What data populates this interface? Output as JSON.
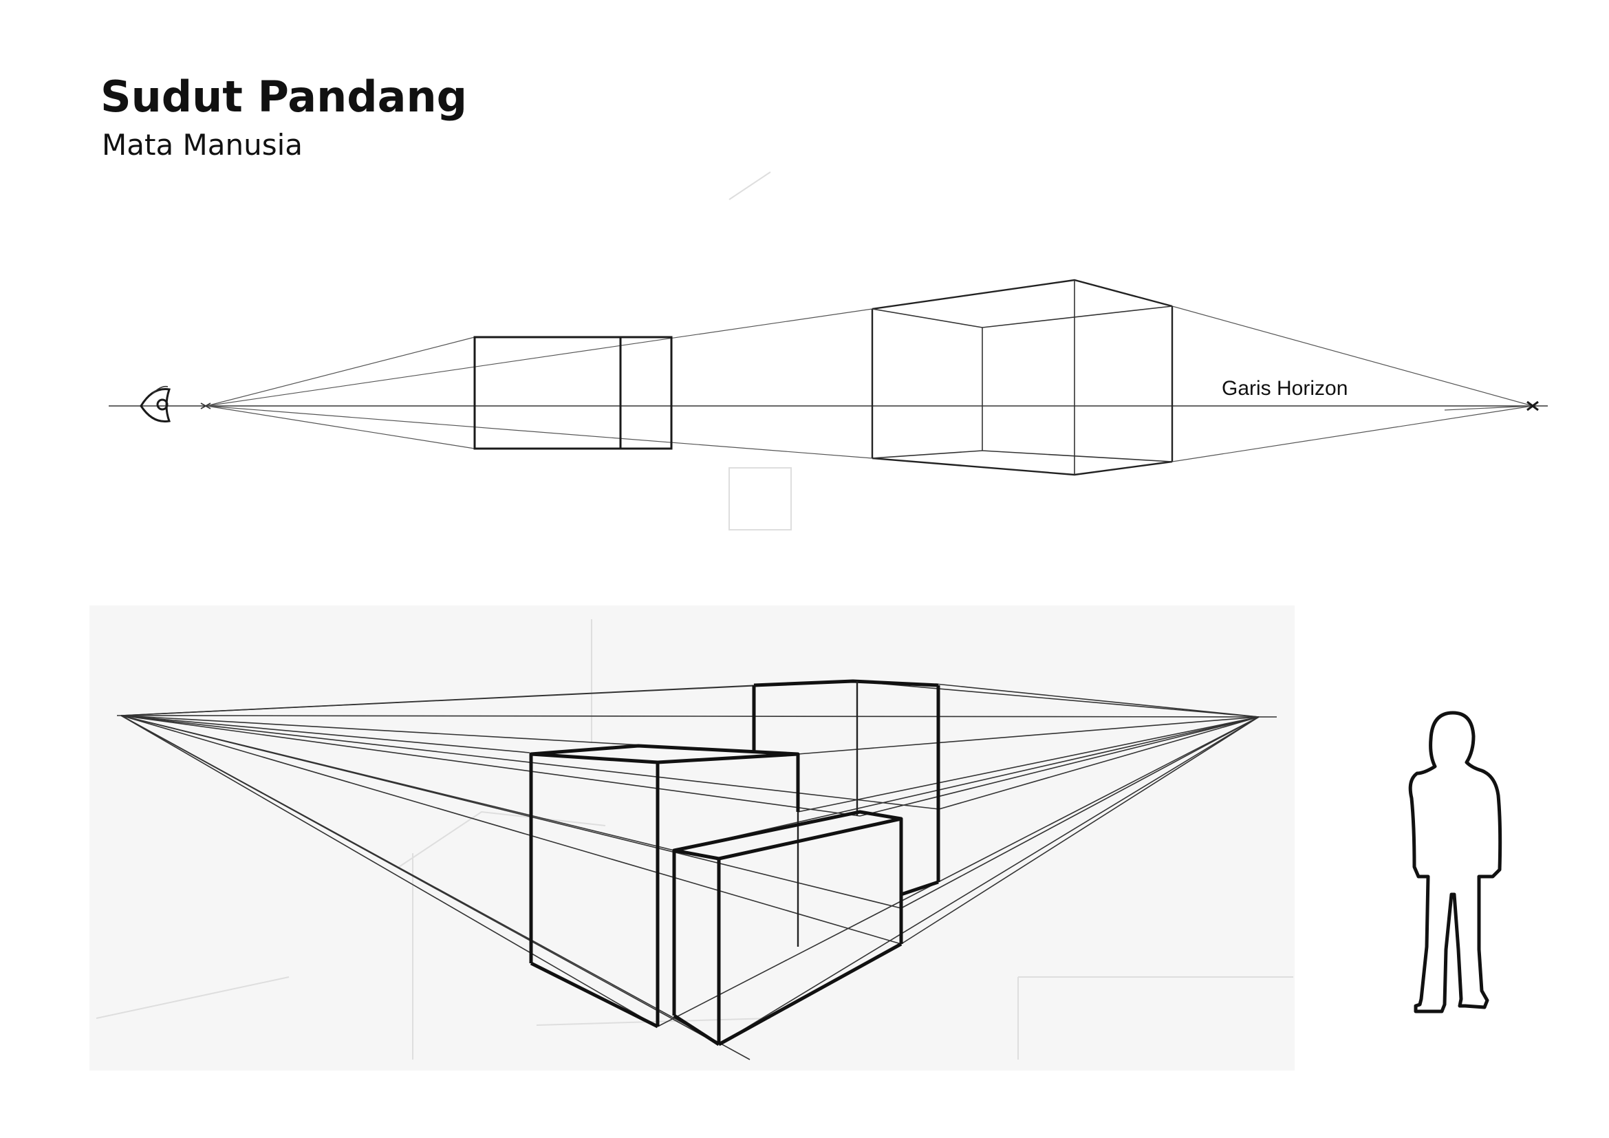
{
  "header": {
    "title": "Sudut Pandang",
    "subtitle": "Mata Manusia"
  },
  "top_diagram": {
    "horizon_label": "Garis Horizon",
    "icons": [
      "eye-icon"
    ]
  },
  "bottom_diagram": {
    "icons": [
      "human-figure-icon"
    ]
  },
  "colors": {
    "ink": "#111111",
    "paper": "#ffffff",
    "sketch_paper": "#f6f6f6"
  }
}
